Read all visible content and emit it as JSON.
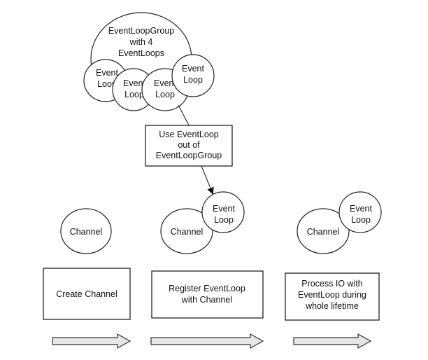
{
  "group": {
    "label_lines": [
      "EventLoopGroup",
      "with 4",
      "EventLoops"
    ],
    "loops": [
      [
        "Event",
        "Loop"
      ],
      [
        "Event",
        "Loop"
      ],
      [
        "Event",
        "Loop"
      ],
      [
        "Event",
        "Loop"
      ]
    ]
  },
  "use_box": {
    "lines": [
      "Use EventLoop",
      "out of",
      "EventLoopGroup"
    ]
  },
  "stages": [
    {
      "channel_label": "Channel",
      "event_loop": null,
      "box_lines": [
        "Create Channel"
      ]
    },
    {
      "channel_label": "Channel",
      "event_loop": [
        "Event",
        "Loop"
      ],
      "box_lines": [
        "Register EventLoop",
        "with Channel"
      ]
    },
    {
      "channel_label": "Channel",
      "event_loop": [
        "Event",
        "Loop"
      ],
      "box_lines": [
        "Process IO with",
        "EventLoop during",
        "whole lifetime"
      ]
    }
  ],
  "colors": {
    "stroke": "#222222",
    "fill": "#ffffff",
    "arrow_fill": "#e6e6e6"
  }
}
